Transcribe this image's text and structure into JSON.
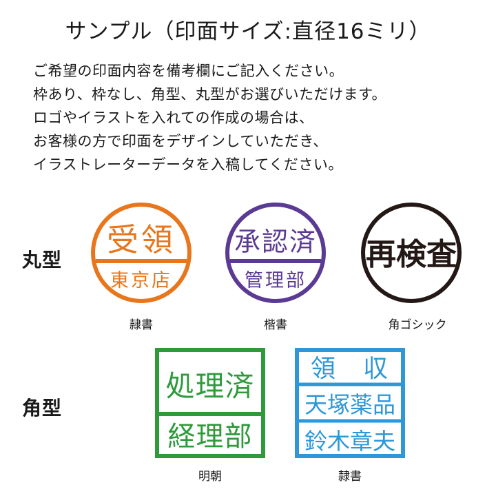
{
  "title": "サンプル（印面サイズ:直径16ミリ）",
  "description": [
    "ご希望の印面内容を備考欄にご記入ください。",
    "枠あり、枠なし、角型、丸型がお選びいただけます。",
    "ロゴやイラストを入れての作成の場合は、",
    "お客様の方で印面をデザインしていただき、",
    "イラストレーターデータを入稿してください。"
  ],
  "rows": {
    "round_label": "丸型",
    "square_label": "角型"
  },
  "stamps": [
    {
      "lines": [
        "受領",
        "東京店"
      ],
      "caption": "隷書",
      "color": "#e8761c"
    },
    {
      "lines": [
        "承認済",
        "管理部"
      ],
      "caption": "楷書",
      "color": "#5a3a93"
    },
    {
      "lines": [
        "再検査"
      ],
      "caption": "角ゴシック",
      "color": "#231815"
    },
    {
      "lines": [
        "処理済",
        "経理部"
      ],
      "caption": "明朝",
      "color": "#2e9a3c"
    },
    {
      "lines": [
        "領　収",
        "天塚薬品",
        "鈴木章夫"
      ],
      "caption": "隷書",
      "color": "#2e97d8"
    }
  ]
}
